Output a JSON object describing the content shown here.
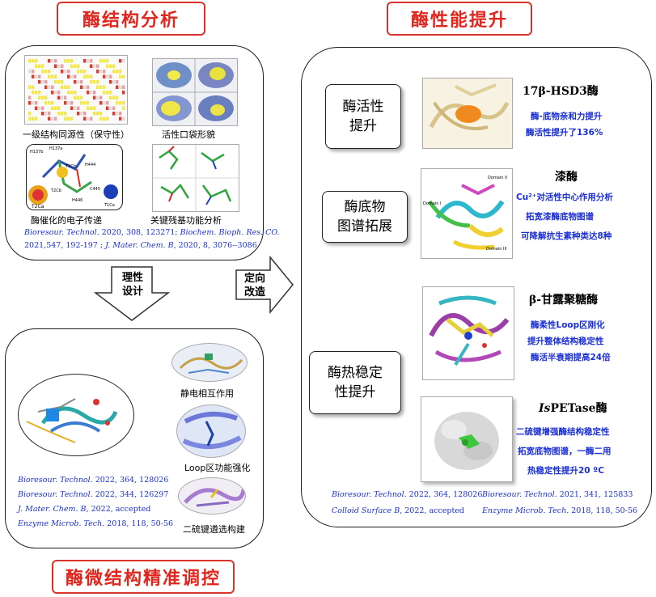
{
  "titles": {
    "structure_analysis": "酶结构分析",
    "performance": "酶性能提升",
    "micro_control": "酶微结构精准调控"
  },
  "structure_panel": {
    "items": [
      {
        "label": "一级结构同源性（保守性）"
      },
      {
        "label": "活性口袋形貌"
      },
      {
        "label": "酶催化的电子传递"
      },
      {
        "label": "关键残基功能分析"
      }
    ],
    "refs": {
      "line1_a": "Bioresour. Technol.",
      "line1_b": " 2020, 308, 123271; ",
      "line1_c": "Biochem. Bioph. Res. CO.",
      "line2_a": "2021,547, 192-197 ; ",
      "line2_b": "J. Mater. Chem. B",
      "line2_c": ", 2020, 8, 3076--3086"
    },
    "site_labels": [
      "H137b",
      "H137a",
      "T1Cb",
      "H444",
      "T2Cb",
      "H446",
      "C445",
      "T1Ca",
      "T2Ca"
    ]
  },
  "arrows": {
    "rational_design": "理性\n设计",
    "directed_evolution": "定向\n改造"
  },
  "micro_panel": {
    "items": [
      {
        "label": "静电相互作用"
      },
      {
        "label": "Loop区功能强化"
      },
      {
        "label": "二硫键遴选构建"
      }
    ],
    "refs": [
      {
        "journal": "Bioresour. Technol.",
        "rest": " 2022, 364, 128026"
      },
      {
        "journal": "Bioresour. Technol.",
        "rest": " 2022, 344, 126297"
      },
      {
        "journal": "J. Mater. Chem. B",
        "rest": ", 2022, accepted"
      },
      {
        "journal": "Enzyme Microb. Tech.",
        "rest": " 2018, 118, 50-56"
      }
    ]
  },
  "performance_panel": {
    "features": [
      {
        "label": "酶活性\n提升"
      },
      {
        "label": "酶底物\n图谱拓展"
      },
      {
        "label": "酶热稳定\n性提升"
      }
    ],
    "enzymes": [
      {
        "title": "17β-HSD3酶",
        "lines": [
          "酶-底物亲和力提升",
          "酶活性提升了136%"
        ]
      },
      {
        "title": "漆酶",
        "lines": [
          "Cu²⁺对活性中心作用分析",
          "拓宽漆酶底物图谱",
          "可降解抗生素种类达8种"
        ]
      },
      {
        "title": "β-甘露聚糖酶",
        "lines": [
          "酶柔性Loop区刚化",
          "提升整体结构稳定性",
          "酶活半衰期提高24倍"
        ]
      },
      {
        "title_italic": "Is",
        "title_rest": "PETase酶",
        "lines": [
          "二硫键增强酶结构稳定性",
          "拓宽底物图谱，一酶二用",
          "热稳定性提升20 ºC"
        ]
      }
    ],
    "laccase_domains": [
      "Domain I",
      "Domain II",
      "Domain III"
    ],
    "refs": [
      {
        "journal": "Bioresour. Technol.",
        "rest": " 2022, 364, 128026"
      },
      {
        "journal": "Bioresour. Technol.",
        "rest": " 2021, 341, 125833"
      },
      {
        "journal": "Colloid Surface B",
        "rest": ", 2022, accepted"
      },
      {
        "journal": "Enzyme Microb. Tech.",
        "rest": " 2018, 118, 50-56"
      }
    ]
  },
  "colors": {
    "title_red": "#e0261d",
    "ref_blue": "#1a2fd6"
  }
}
